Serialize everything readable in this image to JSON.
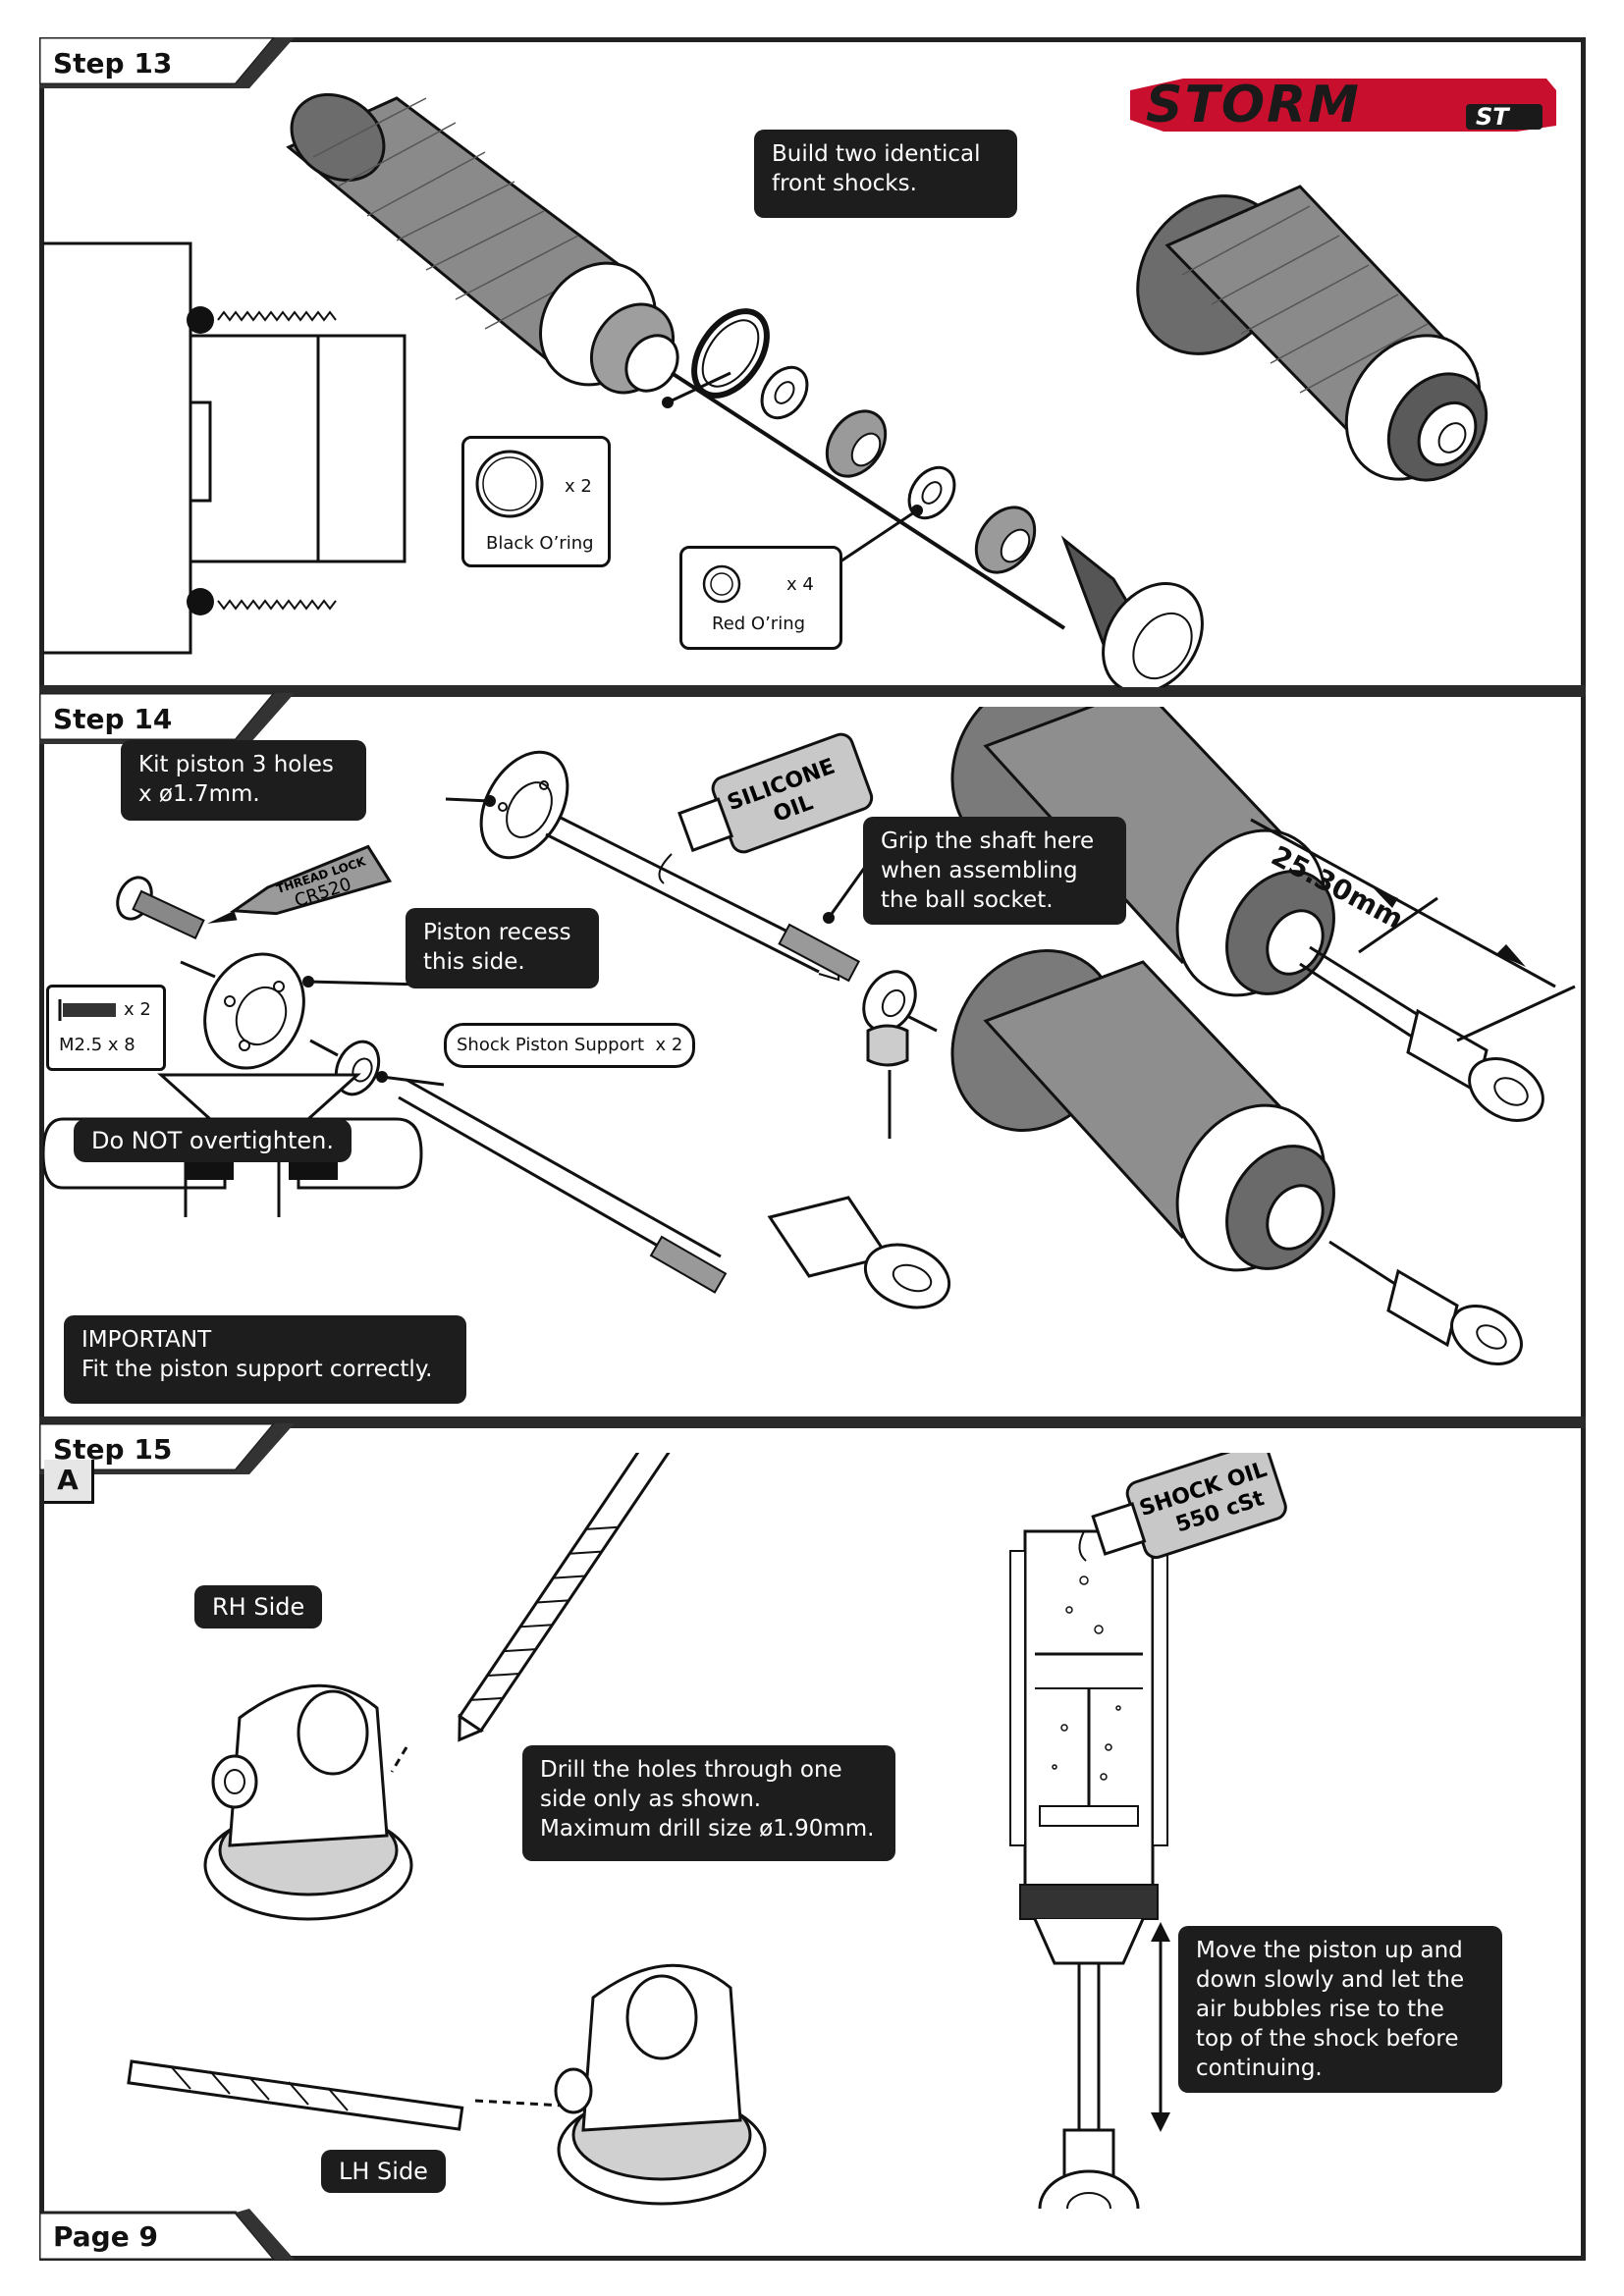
{
  "brand": {
    "name": "STORM",
    "suffix": "ST"
  },
  "step13": {
    "title": "Step 13",
    "callout": "Build two identical front shocks.",
    "black_oring": {
      "qty": "x 2",
      "label": "Black O’ring"
    },
    "red_oring": {
      "qty": "x 4",
      "label": "Red O’ring"
    }
  },
  "step14": {
    "title": "Step 14",
    "kit_piston": "Kit piston 3 holes x ø1.7mm.",
    "thread_lock": {
      "brand": "THREAD LOCK",
      "code": "CR520"
    },
    "silicone_oil": "SILICONE OIL",
    "grip_shaft": "Grip the shaft here when assembling the ball socket.",
    "piston_recess": "Piston recess this side.",
    "screw": {
      "qty": "x 2",
      "size": "M2.5 x 8"
    },
    "shock_piston_support": "Shock Piston Support  x 2",
    "dimension": "25.30mm",
    "do_not_overtighten": "Do NOT overtighten.",
    "important_title": "IMPORTANT",
    "important_text": "Fit the piston support correctly."
  },
  "step15": {
    "title": "Step 15",
    "sub": "A",
    "rh_side": "RH Side",
    "lh_side": "LH Side",
    "drill_note": "Drill the holes through one side only as shown. Maximum drill size ø1.90mm.",
    "shock_oil": "SHOCK OIL 550 cSt",
    "piston_note": "Move the piston up and down slowly and let the air bubbles rise to the top of the shock before continuing."
  },
  "footer": {
    "page": "Page 9"
  }
}
